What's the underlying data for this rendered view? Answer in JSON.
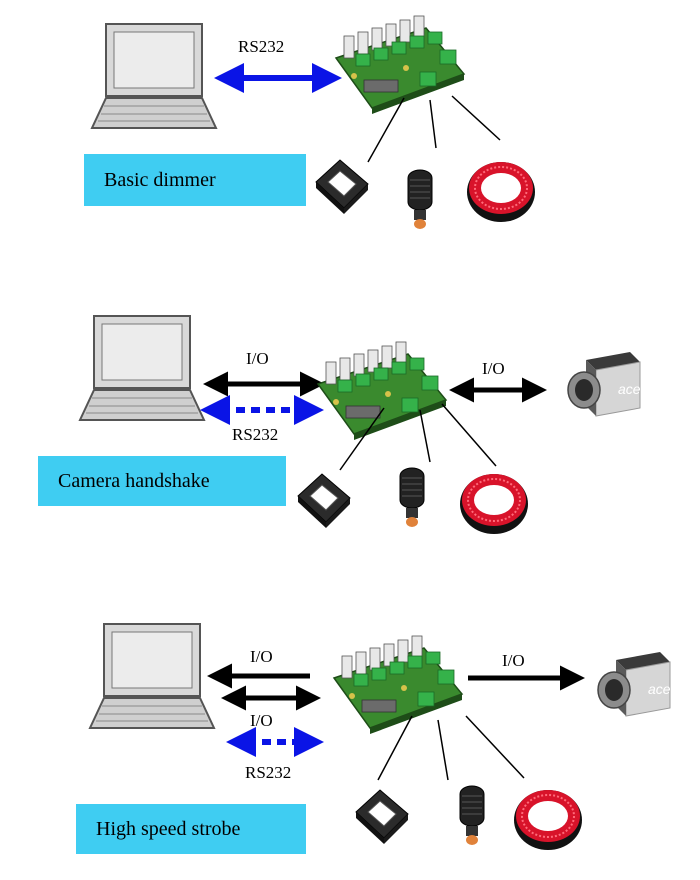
{
  "colors": {
    "label_bg": "#3fcdf2",
    "rs232_arrow": "#0a14e6",
    "io_arrow": "#000000",
    "ring_red": "#d8132a",
    "pcb_green": "#3a8a2e",
    "terminal_green": "#35b24a"
  },
  "icons": [
    "laptop-icon",
    "controller-board-icon",
    "square-light-icon",
    "spot-light-icon",
    "ring-light-icon",
    "camera-icon"
  ],
  "sections": [
    {
      "label": "Basic dimmer",
      "arrow_labels": {
        "rs232": "RS232"
      }
    },
    {
      "label": "Camera handshake",
      "arrow_labels": {
        "io_pc": "I/O",
        "rs232": "RS232",
        "io_camera": "I/O"
      },
      "camera_logo": "ace"
    },
    {
      "label": "High speed strobe",
      "arrow_labels": {
        "io_top": "I/O",
        "io_mid": "I/O",
        "rs232": "RS232",
        "io_camera": "I/O"
      },
      "camera_logo": "ace"
    }
  ]
}
